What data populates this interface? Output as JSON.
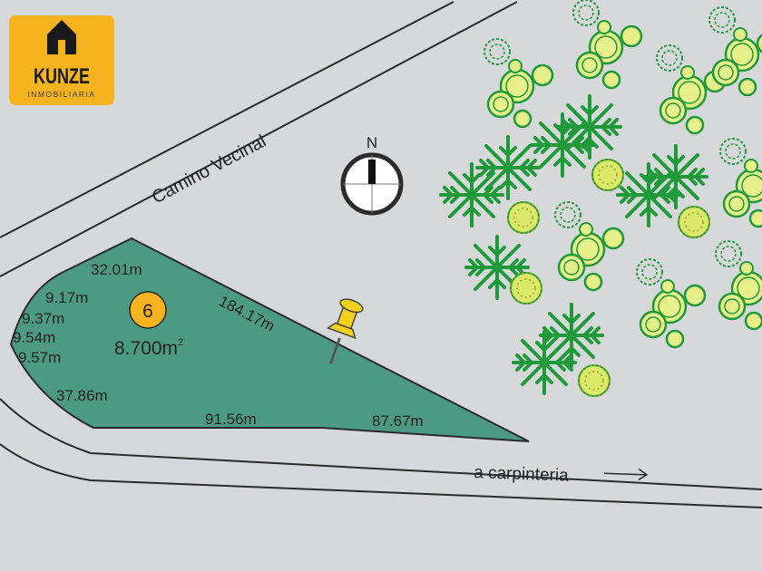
{
  "logo": {
    "brand": "KUNZE",
    "subtitle": "INMOBILIARIA",
    "bg_color": "#f5b31f",
    "icon": "house-icon"
  },
  "roads": {
    "camino_vecinal": "Camino Vecinal",
    "carpinteria": "a carpinteria",
    "carpinteria_arrow": "→"
  },
  "compass": {
    "north_label": "N"
  },
  "lot": {
    "number": "6",
    "area_value": "8.700m",
    "area_unit_sup": "2",
    "fill_color": "#4c9a82",
    "badge_color": "#f5b31f",
    "measurements": {
      "top": "32.01m",
      "left_1": "9.17m",
      "left_2": "9.37m",
      "left_3": "9.54m",
      "left_4": "9.57m",
      "lower_left": "37.86m",
      "diagonal": "184.17m",
      "bottom_left": "91.56m",
      "bottom_right": "87.67m"
    }
  },
  "pin": {
    "icon": "pushpin-icon",
    "color": "#f2d21a"
  },
  "colors": {
    "background": "#d7d8d9",
    "road_border": "#2b2b2b",
    "tree_light": "#e6ef8a",
    "tree_dark": "#1f9a3a"
  }
}
